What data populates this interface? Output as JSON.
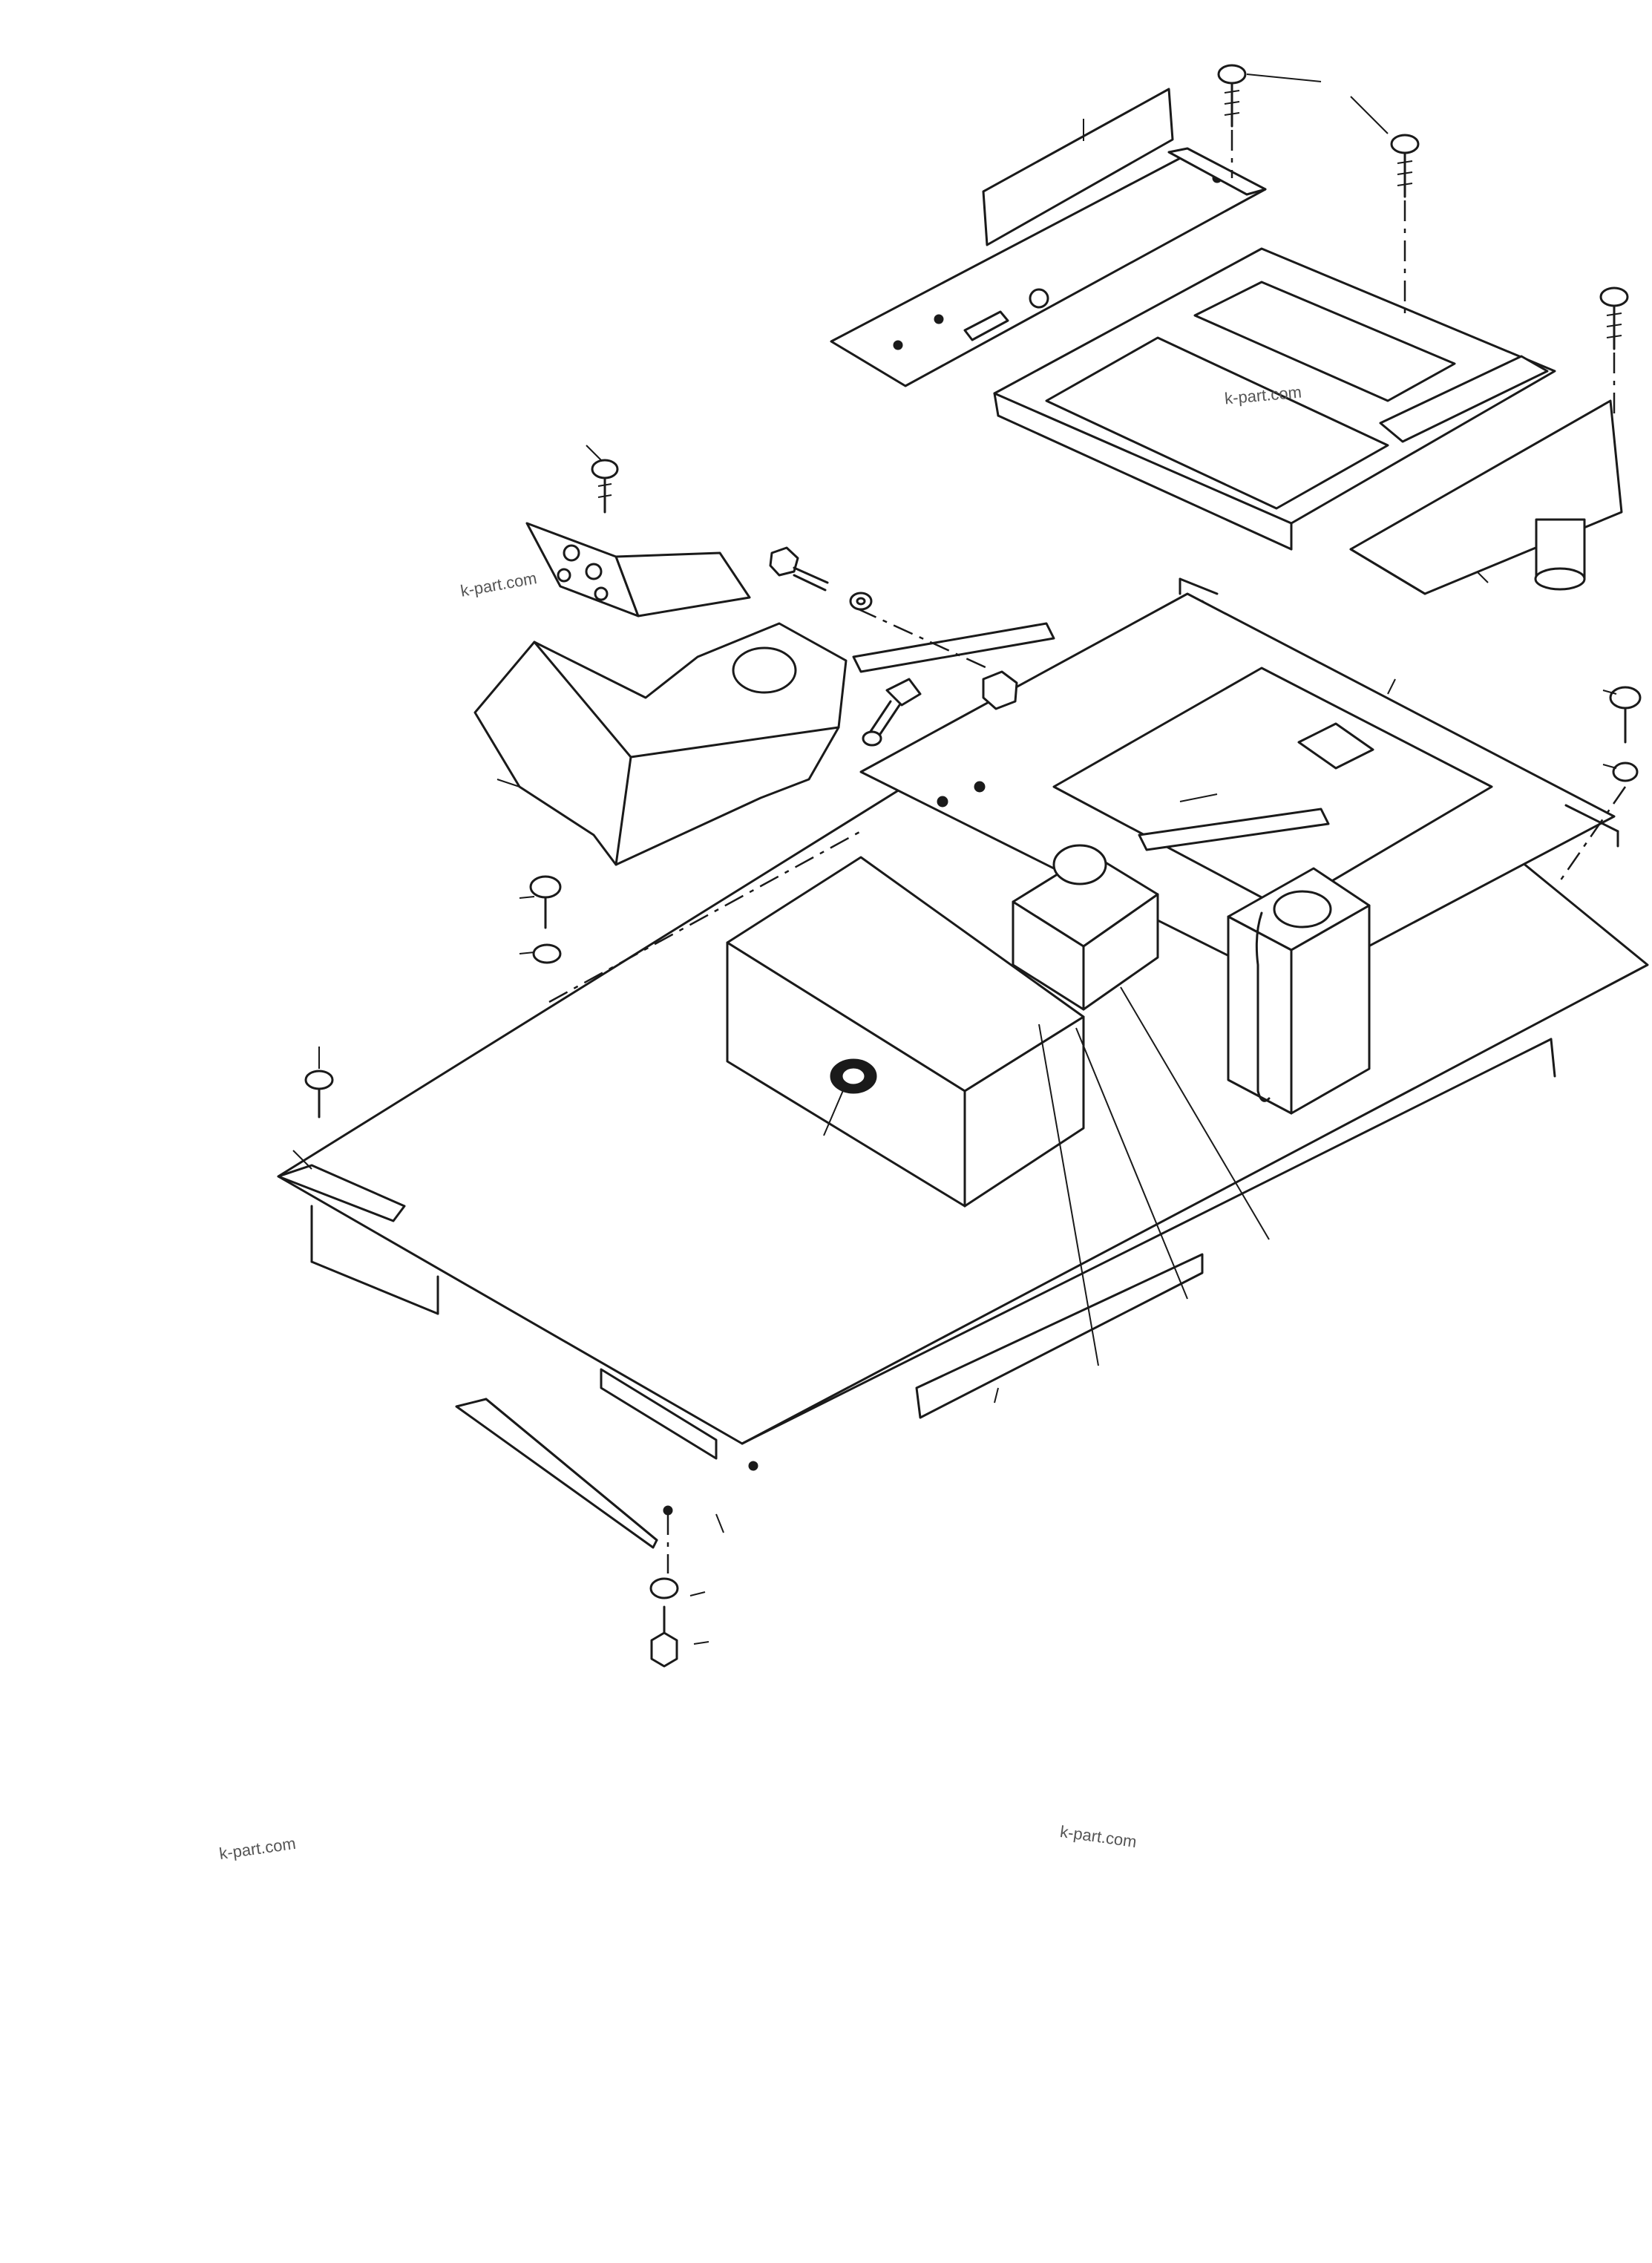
{
  "watermarks": {
    "wm1": "k-part.com",
    "wm2": "k-part.com",
    "wm3": "k-part.com",
    "wm4": "k-part.com"
  },
  "colors": {
    "line": "#1a1a1a",
    "background": "#ffffff",
    "watermark": "#555555"
  }
}
